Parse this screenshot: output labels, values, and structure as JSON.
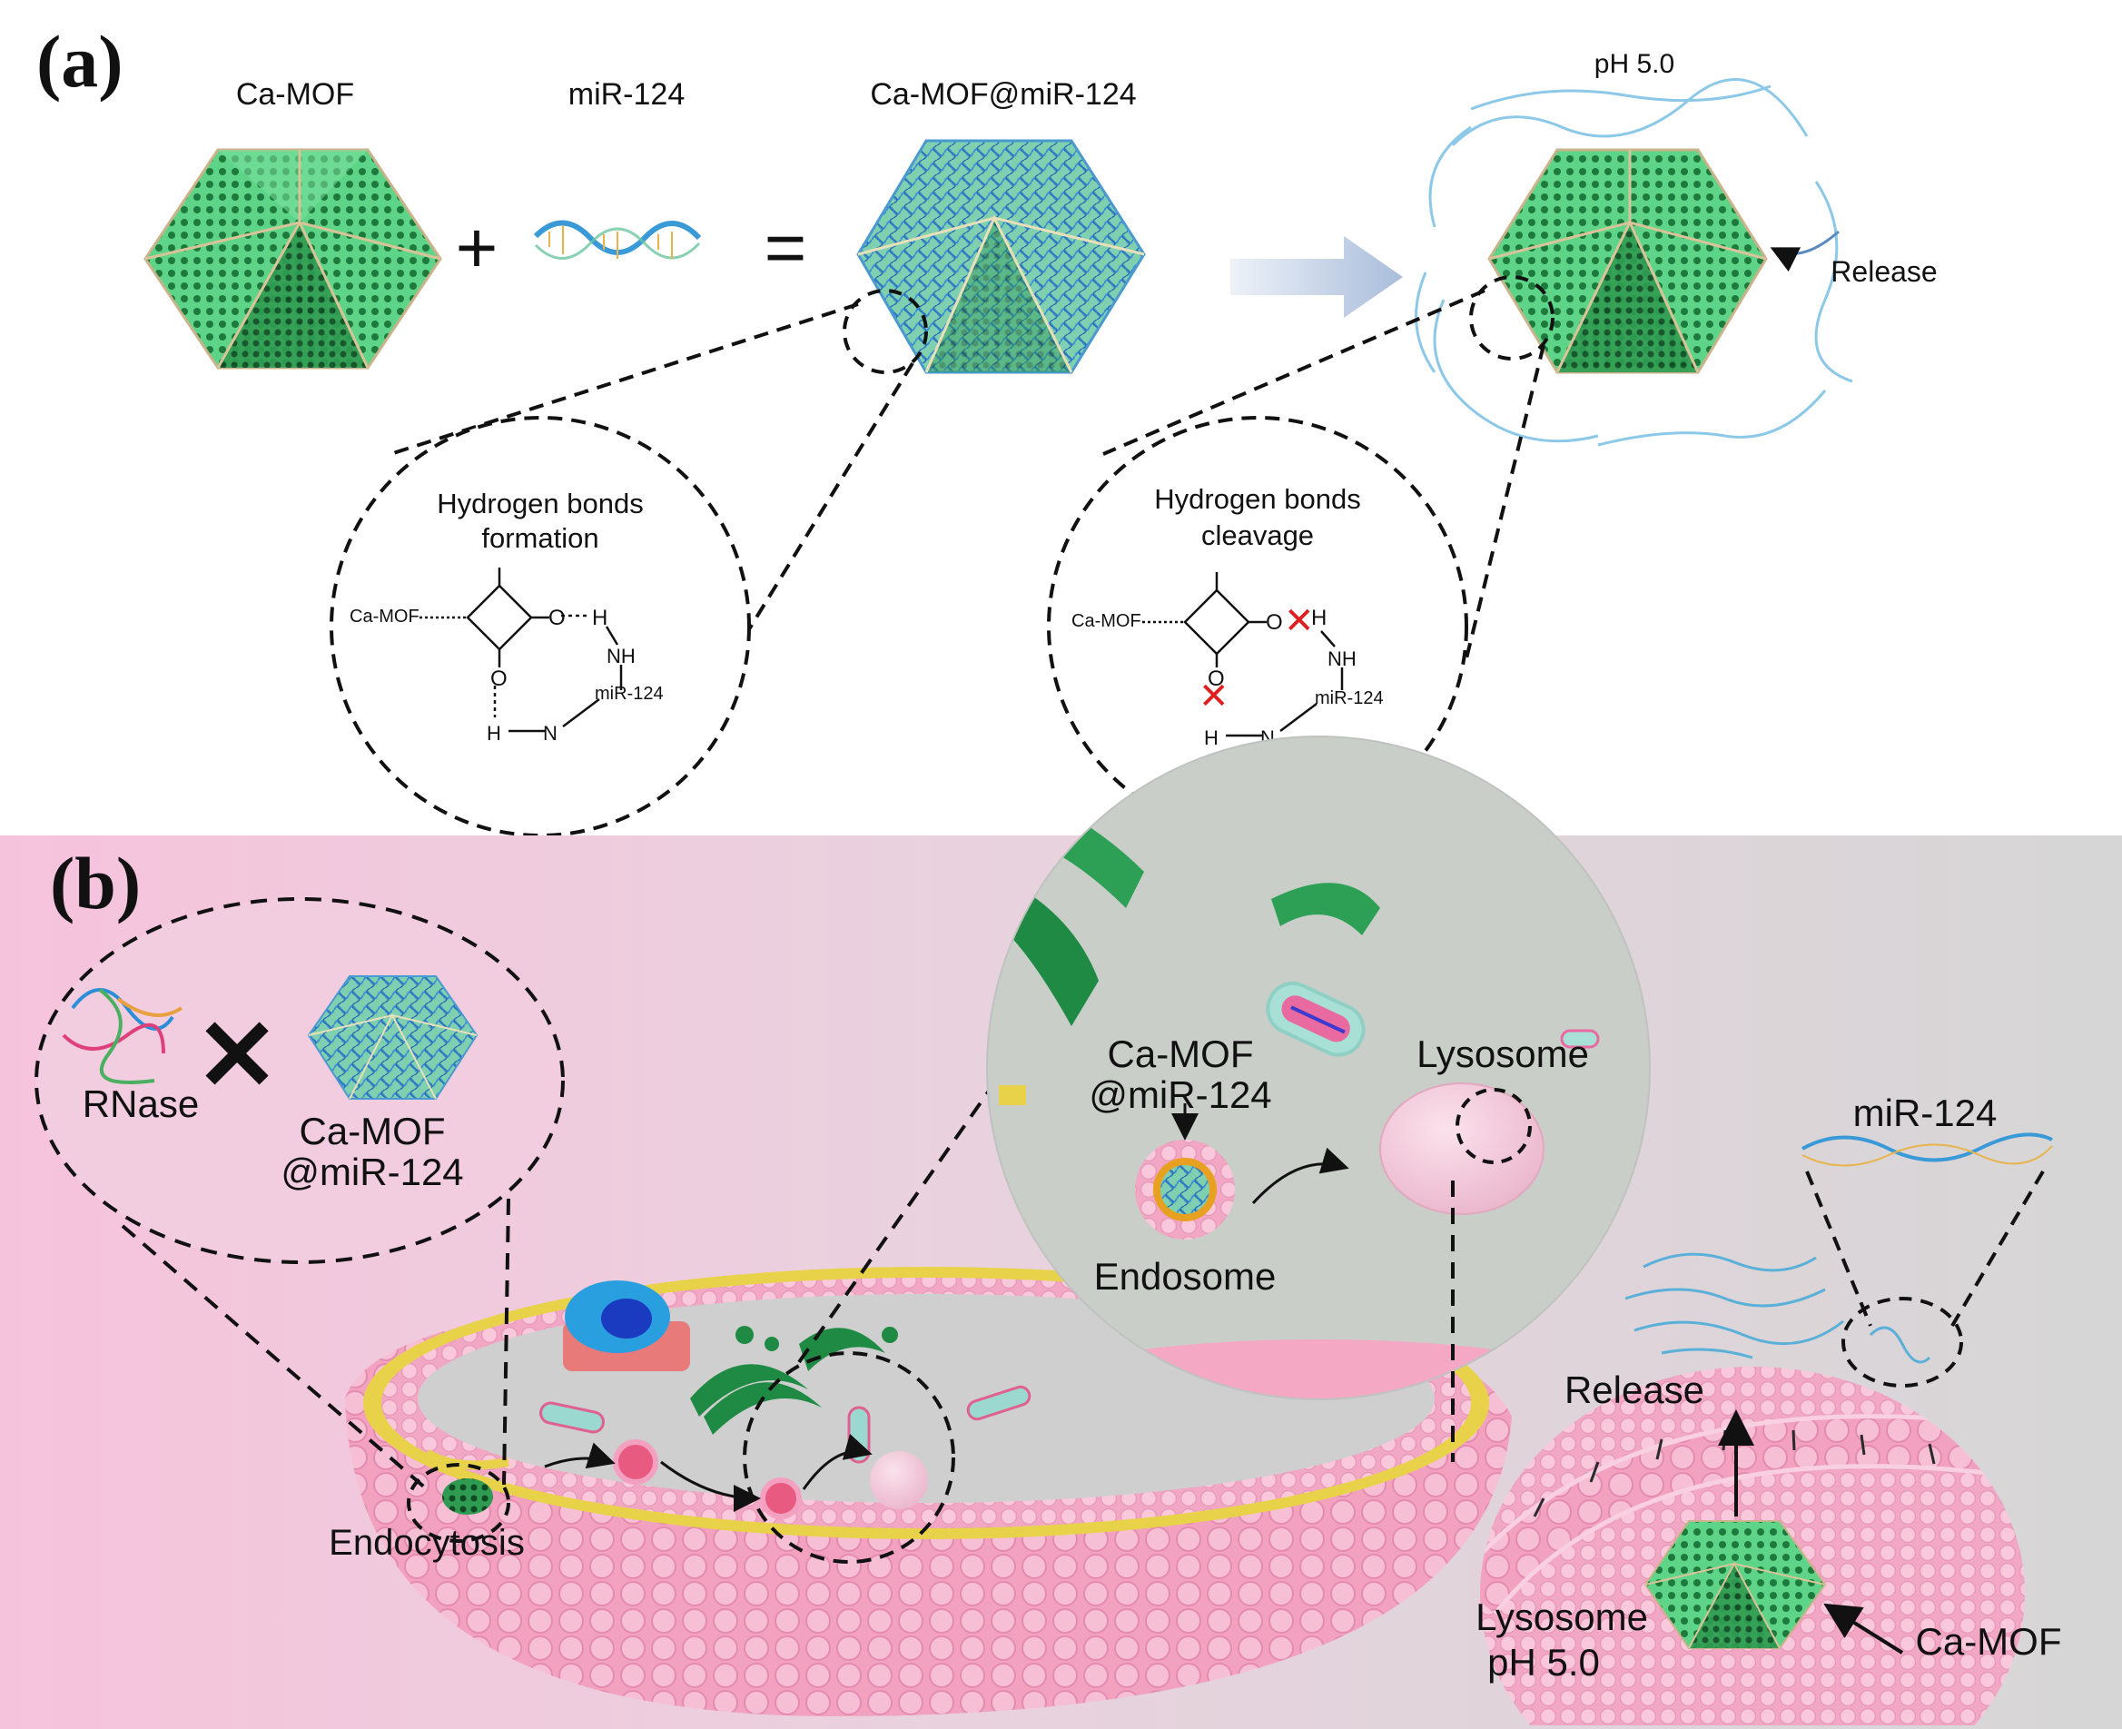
{
  "panel_a": {
    "panel_label": "(a)",
    "ca_mof_title": "Ca-MOF",
    "mir_title": "miR-124",
    "complex_title": "Ca-MOF@miR-124",
    "plus": "+",
    "equals": "=",
    "ph_label": "pH 5.0",
    "release_label": "Release",
    "formation_circle": {
      "title_line1": "Hydrogen bonds",
      "title_line2": "formation",
      "ca_mof": "Ca-MOF",
      "o_top": "O",
      "h_top": "H",
      "nh": "NH",
      "o_bottom": "O",
      "mir": "miR-124",
      "h_bottom": "H",
      "n_bottom": "N"
    },
    "cleavage_circle": {
      "title_line1": "Hydrogen bonds",
      "title_line2": "cleavage",
      "ca_mof": "Ca-MOF",
      "o_top": "O",
      "h_top": "H",
      "nh": "NH",
      "o_bottom": "O",
      "mir": "miR-124",
      "h_bottom": "H",
      "n_bottom": "N"
    }
  },
  "panel_b": {
    "panel_label": "(b)",
    "rnase": "RNase",
    "complex_line1": "Ca-MOF",
    "complex_line2": "@miR-124",
    "endocytosis": "Endocytosis",
    "zoom_complex_line1": "Ca-MOF",
    "zoom_complex_line2": "@miR-124",
    "lysosome": "Lysosome",
    "endosome": "Endosome",
    "mir": "miR-124",
    "release": "Release",
    "lysosome_ph_line1": "Lysosome",
    "lysosome_ph_line2": "pH 5.0",
    "ca_mof": "Ca-MOF"
  },
  "colors": {
    "mof_green": "#4fd07a",
    "mof_dark": "#1e7a3c",
    "strand_blue": "#4aa3d8",
    "membrane_pink": "#f4a9c4",
    "background_pink": "#f7c9df",
    "background_gray": "#d8d8d8",
    "cleave_red": "#e02020",
    "arrow_blue": "#b8c8e0"
  }
}
